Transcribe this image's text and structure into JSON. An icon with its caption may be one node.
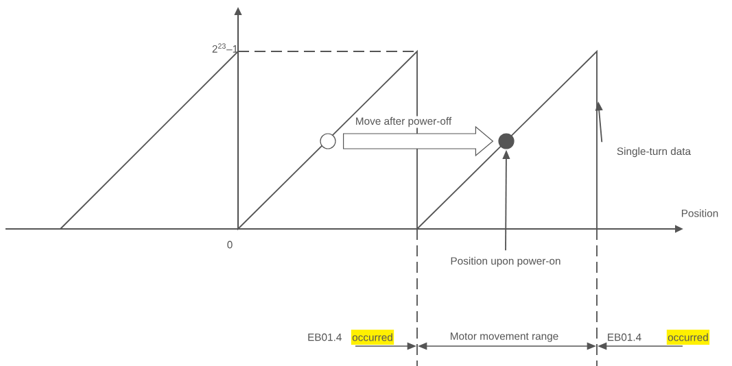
{
  "diagram": {
    "nodes": [
      {
        "text": [],
        "shape": "circle"
      },
      {
        "text": [],
        "shape": "circle"
      },
      {
        "text": [
          "Single-turn data"
        ]
      },
      {
        "text": [
          "Position upon power-on"
        ]
      }
    ],
    "edges": [
      {
        "from": 0,
        "to": 1,
        "arrow": "to",
        "label": "Move after power-off"
      },
      {
        "from": 2,
        "to": null,
        "arrow": "to"
      },
      {
        "from": 3,
        "to": 1,
        "arrow": "to"
      }
    ],
    "labels": [
      "2$^{23}$–1",
      "0",
      "Position",
      "EB01.4",
      "occurred",
      "Motor movement range",
      "EB01.4",
      "occurred"
    ]
  }
}
